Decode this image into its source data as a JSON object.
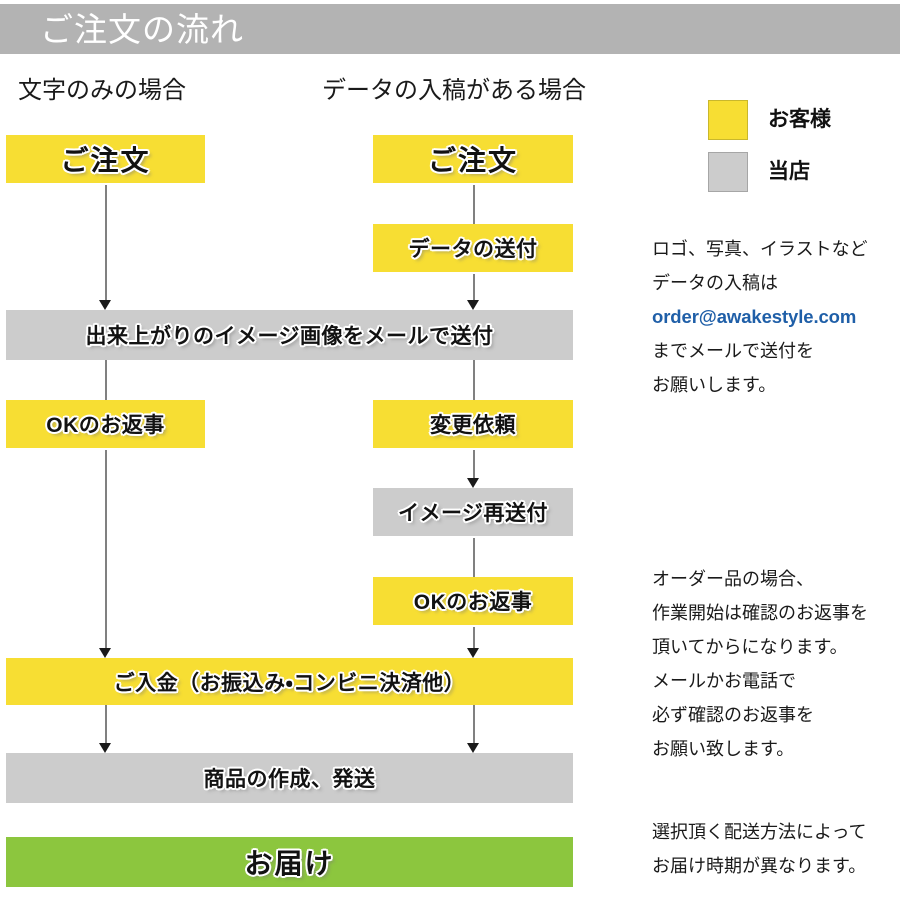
{
  "header": {
    "title": "ご注文の流れ"
  },
  "columns": {
    "left_caption": "文字のみの場合",
    "right_caption": "データの入稿がある場合"
  },
  "legend": {
    "items": [
      {
        "label": "お客様",
        "color": "#f7de33",
        "swatch": "yellow-swatch"
      },
      {
        "label": "当店",
        "color": "#cccccc",
        "swatch": "gray-swatch"
      }
    ]
  },
  "flow": {
    "left": [
      {
        "label": "ご注文",
        "color": "#f7de33",
        "role": "customer"
      },
      {
        "label": "OKのお返事",
        "color": "#f7de33",
        "role": "customer"
      }
    ],
    "right": [
      {
        "label": "ご注文",
        "color": "#f7de33",
        "role": "customer"
      },
      {
        "label": "データの送付",
        "color": "#f7de33",
        "role": "customer"
      },
      {
        "label": "変更依頼",
        "color": "#f7de33",
        "role": "customer"
      },
      {
        "label": "イメージ再送付",
        "color": "#cccccc",
        "role": "shop"
      },
      {
        "label": "OKのお返事",
        "color": "#f7de33",
        "role": "customer"
      }
    ],
    "shared": [
      {
        "label": "出来上がりのイメージ画像をメールで送付",
        "color": "#cccccc",
        "role": "shop"
      },
      {
        "label": "ご入金（お振込み・コンビニ決済他）",
        "color": "#f7de33",
        "role": "customer"
      },
      {
        "label": "商品の作成、発送",
        "color": "#cccccc",
        "role": "shop"
      },
      {
        "label": "お届け",
        "color": "#8cc63e",
        "role": "delivery"
      }
    ]
  },
  "notes": {
    "data_submission": {
      "lines": [
        "ロゴ、写真、イラストなど",
        "データの入稿は"
      ],
      "email": "order@awakestyle.com",
      "lines_after": [
        "までメールで送付を",
        "お願いします。"
      ]
    },
    "order_confirmation": {
      "lines": [
        "オーダー品の場合、",
        "作業開始は確認のお返事を",
        "頂いてからになります。",
        "メールかお電話で",
        "必ず確認のお返事を",
        "お願い致します。"
      ]
    },
    "shipping": {
      "lines": [
        "選択頂く配送方法によって",
        "お届け時期が異なります。"
      ]
    }
  },
  "colors": {
    "header_bg": "#b3b3b3",
    "customer": "#f7de33",
    "shop": "#cccccc",
    "delivery": "#8cc63e",
    "email_link": "#1f5fa8"
  }
}
